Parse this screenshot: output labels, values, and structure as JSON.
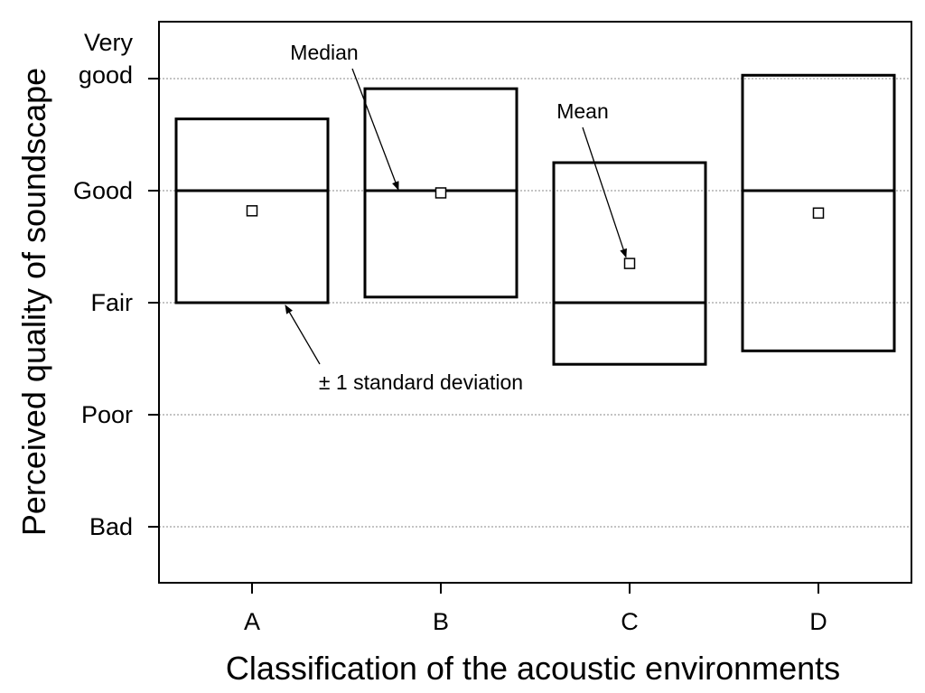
{
  "chart_data": {
    "type": "box",
    "title": "",
    "xlabel": "Classification of the acoustic environments",
    "ylabel": "Perceived quality of soundscape",
    "categories": [
      "A",
      "B",
      "C",
      "D"
    ],
    "y_levels": [
      {
        "value": 1,
        "label": "Bad"
      },
      {
        "value": 2,
        "label": "Poor"
      },
      {
        "value": 3,
        "label": "Fair"
      },
      {
        "value": 4,
        "label": "Good"
      },
      {
        "value": 5,
        "label": [
          "Very",
          "good"
        ]
      }
    ],
    "ylim": [
      0.5,
      5.5
    ],
    "grid": "horizontal dotted at each level",
    "series": [
      {
        "category": "A",
        "sd_upper": 4.64,
        "sd_lower": 3.0,
        "median": 4.0,
        "mean": 3.82
      },
      {
        "category": "B",
        "sd_upper": 4.91,
        "sd_lower": 3.05,
        "median": 4.0,
        "mean": 3.98
      },
      {
        "category": "C",
        "sd_upper": 4.25,
        "sd_lower": 2.45,
        "median": 3.0,
        "mean": 3.35
      },
      {
        "category": "D",
        "sd_upper": 5.03,
        "sd_lower": 2.57,
        "median": 4.0,
        "mean": 3.8
      }
    ],
    "annotations": [
      {
        "text": "Median",
        "points_to": "B median"
      },
      {
        "text": "Mean",
        "points_to": "C mean"
      },
      {
        "text": "± 1 standard deviation",
        "points_to": "A lower bound"
      }
    ]
  }
}
